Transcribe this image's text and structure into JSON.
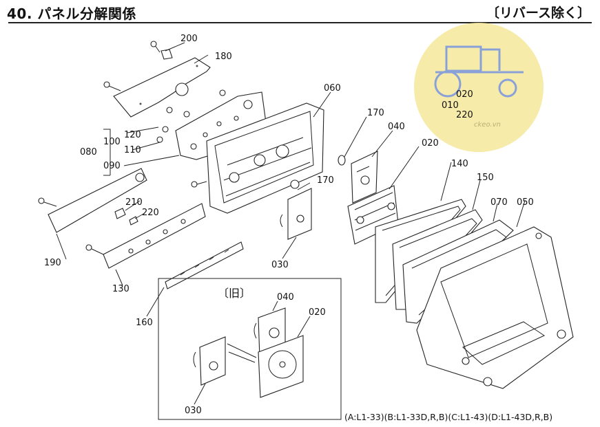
{
  "header": {
    "title": "40. パネル分解関係",
    "subtitle": "〔リバース除く〕"
  },
  "inset": {
    "title": "〔旧〕",
    "labels": [
      "040",
      "020",
      "030"
    ]
  },
  "part_labels": {
    "p200": "200",
    "p180": "180",
    "p060": "060",
    "p170a": "170",
    "p040": "040",
    "p020": "020",
    "p100": "100",
    "p120": "120",
    "p110": "110",
    "p080": "080",
    "p090": "090",
    "p170b": "170",
    "p140": "140",
    "p150": "150",
    "p070": "070",
    "p050": "050",
    "p210": "210",
    "p220": "220",
    "p190": "190",
    "p130": "130",
    "p030": "030",
    "p160": "160"
  },
  "watermark": {
    "labels": [
      "020",
      "010",
      "220"
    ],
    "text": "ckeo.vn"
  },
  "footer": {
    "text": "(A:L1-33)(B:L1-33D,R,B)(C:L1-43)(D:L1-43D,R,B)"
  },
  "colors": {
    "watermark": "#f5e89a",
    "line": "#222222"
  }
}
